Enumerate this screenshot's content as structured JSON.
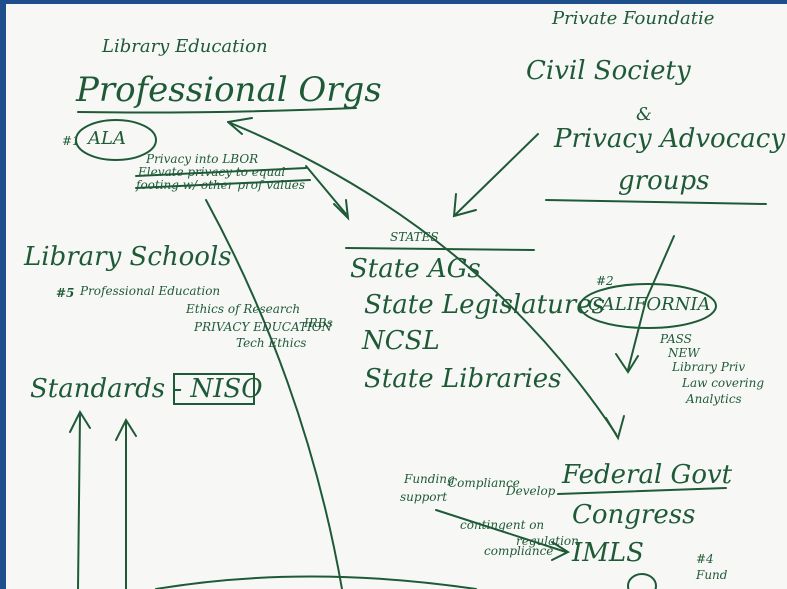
{
  "whiteboard": {
    "top_right_partial": "Private Foundatie",
    "civil_society": "Civil Society",
    "ampersand": "&",
    "privacy_advocacy": "Privacy Advocacy",
    "groups": "groups",
    "library_education": "Library Education",
    "professional_orgs": "Professional Orgs",
    "ala_number": "#1",
    "ala": "ALA",
    "ala_note_1": "Privacy into LBOR",
    "ala_note_2": "Elevate privacy to equal",
    "ala_note_3": "footing w/ other prof values",
    "states_header": "STATES",
    "state_ags": "State AGs",
    "state_legislatures": "State Legislatures",
    "ncsl": "NCSL",
    "state_libraries": "State Libraries",
    "ca_number": "#2",
    "california": "CALIFORNIA",
    "ca_note_1": "PASS",
    "ca_note_2": "NEW",
    "ca_note_3": "Library Priv",
    "ca_note_4": "Law covering",
    "ca_note_5": "Analytics",
    "library_schools": "Library Schools",
    "ls_number": "#5",
    "professional_education": "Professional Education",
    "ethics_research": "Ethics of Research",
    "irbs": "IRBs",
    "privacy_education": "PRIVACY EDUCATION",
    "tech_ethics": "Tech Ethics",
    "standards": "Standards - NISO",
    "federal_govt": "Federal Govt",
    "congress": "Congress",
    "imls": "IMLS",
    "fed_note_1": "Funding",
    "fed_note_2": "support",
    "fed_note_3": "Compliance",
    "fed_note_4": "Develop",
    "fed_note_5": "contingent on",
    "fed_note_6": "compliance",
    "fed_note_7": "regulation",
    "fed_num": "#4",
    "fed_partial": "Fund"
  }
}
